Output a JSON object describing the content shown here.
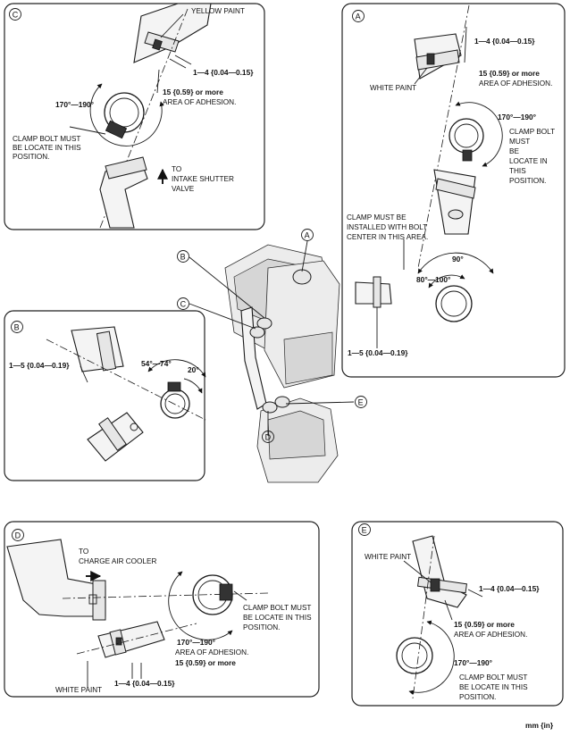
{
  "figure": {
    "callouts": {
      "A": "A",
      "B": "B",
      "C": "C",
      "D": "D",
      "E": "E"
    },
    "panel_c": {
      "paint_label": "YELLOW PAINT",
      "gap": "1—4 {0.04—0.15}",
      "overlap": "15 {0.59} or more",
      "overlap_note": "AREA OF ADHESION.",
      "angle": "170°—190°",
      "clamp_note_1": "CLAMP BOLT MUST",
      "clamp_note_2": "BE LOCATE IN THIS",
      "clamp_note_3": "POSITION.",
      "direction_1": "TO",
      "direction_2": "INTAKE SHUTTER",
      "direction_3": "VALVE"
    },
    "panel_a": {
      "gap": "1—4 {0.04—0.15}",
      "overlap": "15 {0.59} or more",
      "overlap_note": "AREA OF ADHESION.",
      "paint_label": "WHITE PAINT",
      "angle": "170°—190°",
      "clamp_note_1": "CLAMP  BOLT",
      "clamp_note_2": "MUST",
      "clamp_note_3": "BE",
      "clamp_note_4": "LOCATE IN",
      "clamp_note_5": "THIS",
      "clamp_note_6": "POSITION.",
      "install_note_1": "CLAMP MUST BE",
      "install_note_2": "INSTALLED WITH BOLT",
      "install_note_3": "CENTER IN THIS AREA.",
      "angle_90": "90°",
      "angle_range": "80°—100°",
      "gap_lower": "1—5 {0.04—0.19}"
    },
    "panel_b": {
      "gap": "1—5 {0.04—0.19}",
      "angle_range": "54°—74°",
      "angle_small": "20°"
    },
    "panel_d": {
      "direction_1": "TO",
      "direction_2": "CHARGE AIR COOLER",
      "clamp_note_1": "CLAMP BOLT MUST",
      "clamp_note_2": "BE LOCATE IN THIS",
      "clamp_note_3": "POSITION.",
      "angle": "170°—190°",
      "overlap_note": "AREA OF ADHESION.",
      "overlap": "15 {0.59} or more",
      "paint_label": "WHITE PAINT",
      "gap": "1—4 {0.04—0.15}"
    },
    "panel_e": {
      "paint_label": "WHITE PAINT",
      "gap": "1—4 {0.04—0.15}",
      "overlap": "15 {0.59} or more",
      "overlap_note": "AREA OF ADHESION.",
      "angle": "170°—190°",
      "clamp_note_1": "CLAMP  BOLT MUST",
      "clamp_note_2": "BE LOCATE IN THIS",
      "clamp_note_3": "POSITION."
    },
    "units": "mm {in}"
  }
}
